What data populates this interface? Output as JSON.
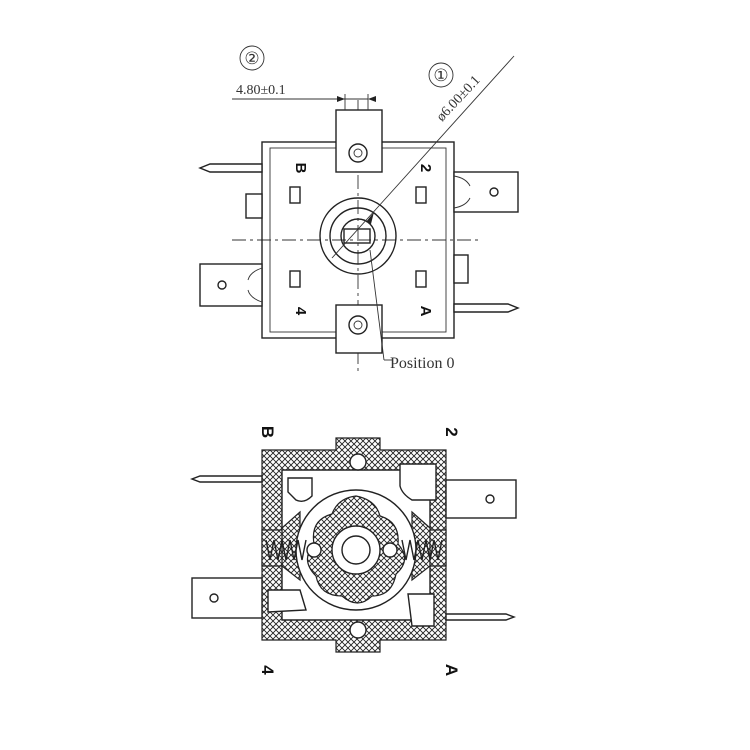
{
  "top_view": {
    "callout_2": "②",
    "callout_1": "①",
    "dim_pitch": "4.80±0.1",
    "dim_shaft": "ø6.00±0.1",
    "position_label": "Position 0",
    "terminal_b": "B",
    "terminal_2": "2",
    "terminal_4": "4",
    "terminal_a": "A"
  },
  "section_view": {
    "terminal_b": "B",
    "terminal_2": "2",
    "terminal_4": "4",
    "terminal_a": "A"
  }
}
